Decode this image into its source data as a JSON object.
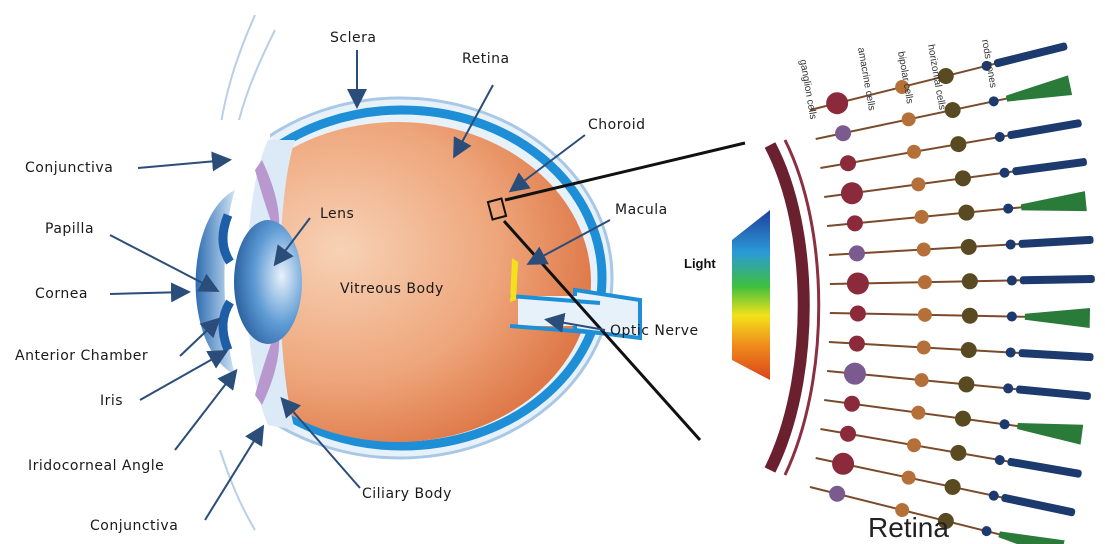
{
  "eye_labels": {
    "sclera": "Sclera",
    "retina": "Retina",
    "choroid": "Choroid",
    "macula": "Macula",
    "optic_nerve": "Optic Nerve",
    "conjunctiva_top": "Conjunctiva",
    "papilla": "Papilla",
    "lens": "Lens",
    "cornea": "Cornea",
    "vitreous_body": "Vitreous Body",
    "anterior_chamber": "Anterior Chamber",
    "iris": "Iris",
    "iridocorneal_angle": "Iridocorneal Angle",
    "ciliary_body": "Ciliary Body",
    "conjunctiva_bottom": "Conjunctiva"
  },
  "retina_detail": {
    "title": "Retina",
    "light": "Light",
    "cell_labels": [
      "ganglion cells",
      "amacrine cells",
      "bipolar cells",
      "horizontal cells",
      "rods cones"
    ]
  },
  "colors": {
    "vitreous": "#e8875a",
    "sclera_blue": "#1e8fd6",
    "lens_blue": "#2a6fb5",
    "arrow": "#2a4d7a"
  }
}
